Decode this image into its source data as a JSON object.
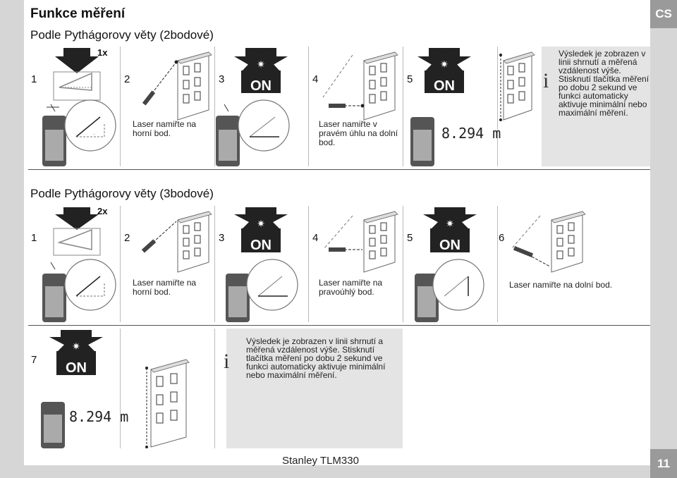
{
  "lang": "CS",
  "page_number": "11",
  "footer": "Stanley TLM330",
  "title": "Funkce měření",
  "section1": {
    "title": "Podle Pythágorovy věty (2bodové)",
    "count": "1x",
    "step_numbers": [
      "1",
      "2",
      "3",
      "4",
      "5"
    ],
    "captions": [
      "Laser namiřte na horní bod.",
      "Laser namiřte v pravém úhlu na dolní bod."
    ],
    "on_label": "ON",
    "display_value": "8.294 m",
    "info": "Výsledek je zobrazen v linii shrnutí a měřená vzdálenost výše. Stisknutí tlačítka měření po dobu 2 sekund ve funkci automaticky aktivuje minimální nebo maximální měření."
  },
  "section2": {
    "title": "Podle Pythágorovy věty (3bodové)",
    "count": "2x",
    "step_numbers": [
      "1",
      "2",
      "3",
      "4",
      "5",
      "6",
      "7"
    ],
    "captions": [
      "Laser namiřte na horní bod.",
      "Laser namiřte na pravoúhlý bod.",
      "Laser namiřte na dolní bod."
    ],
    "on_label": "ON",
    "display_value": "8.294 m",
    "info": "Výsledek je zobrazen v linii shrnutí a měřená vzdálenost výše. Stisknutí tlačítka měření po dobu 2 sekund ve funkci automaticky aktivuje minimální nebo maximální měření."
  },
  "info_icon": "info-icon"
}
